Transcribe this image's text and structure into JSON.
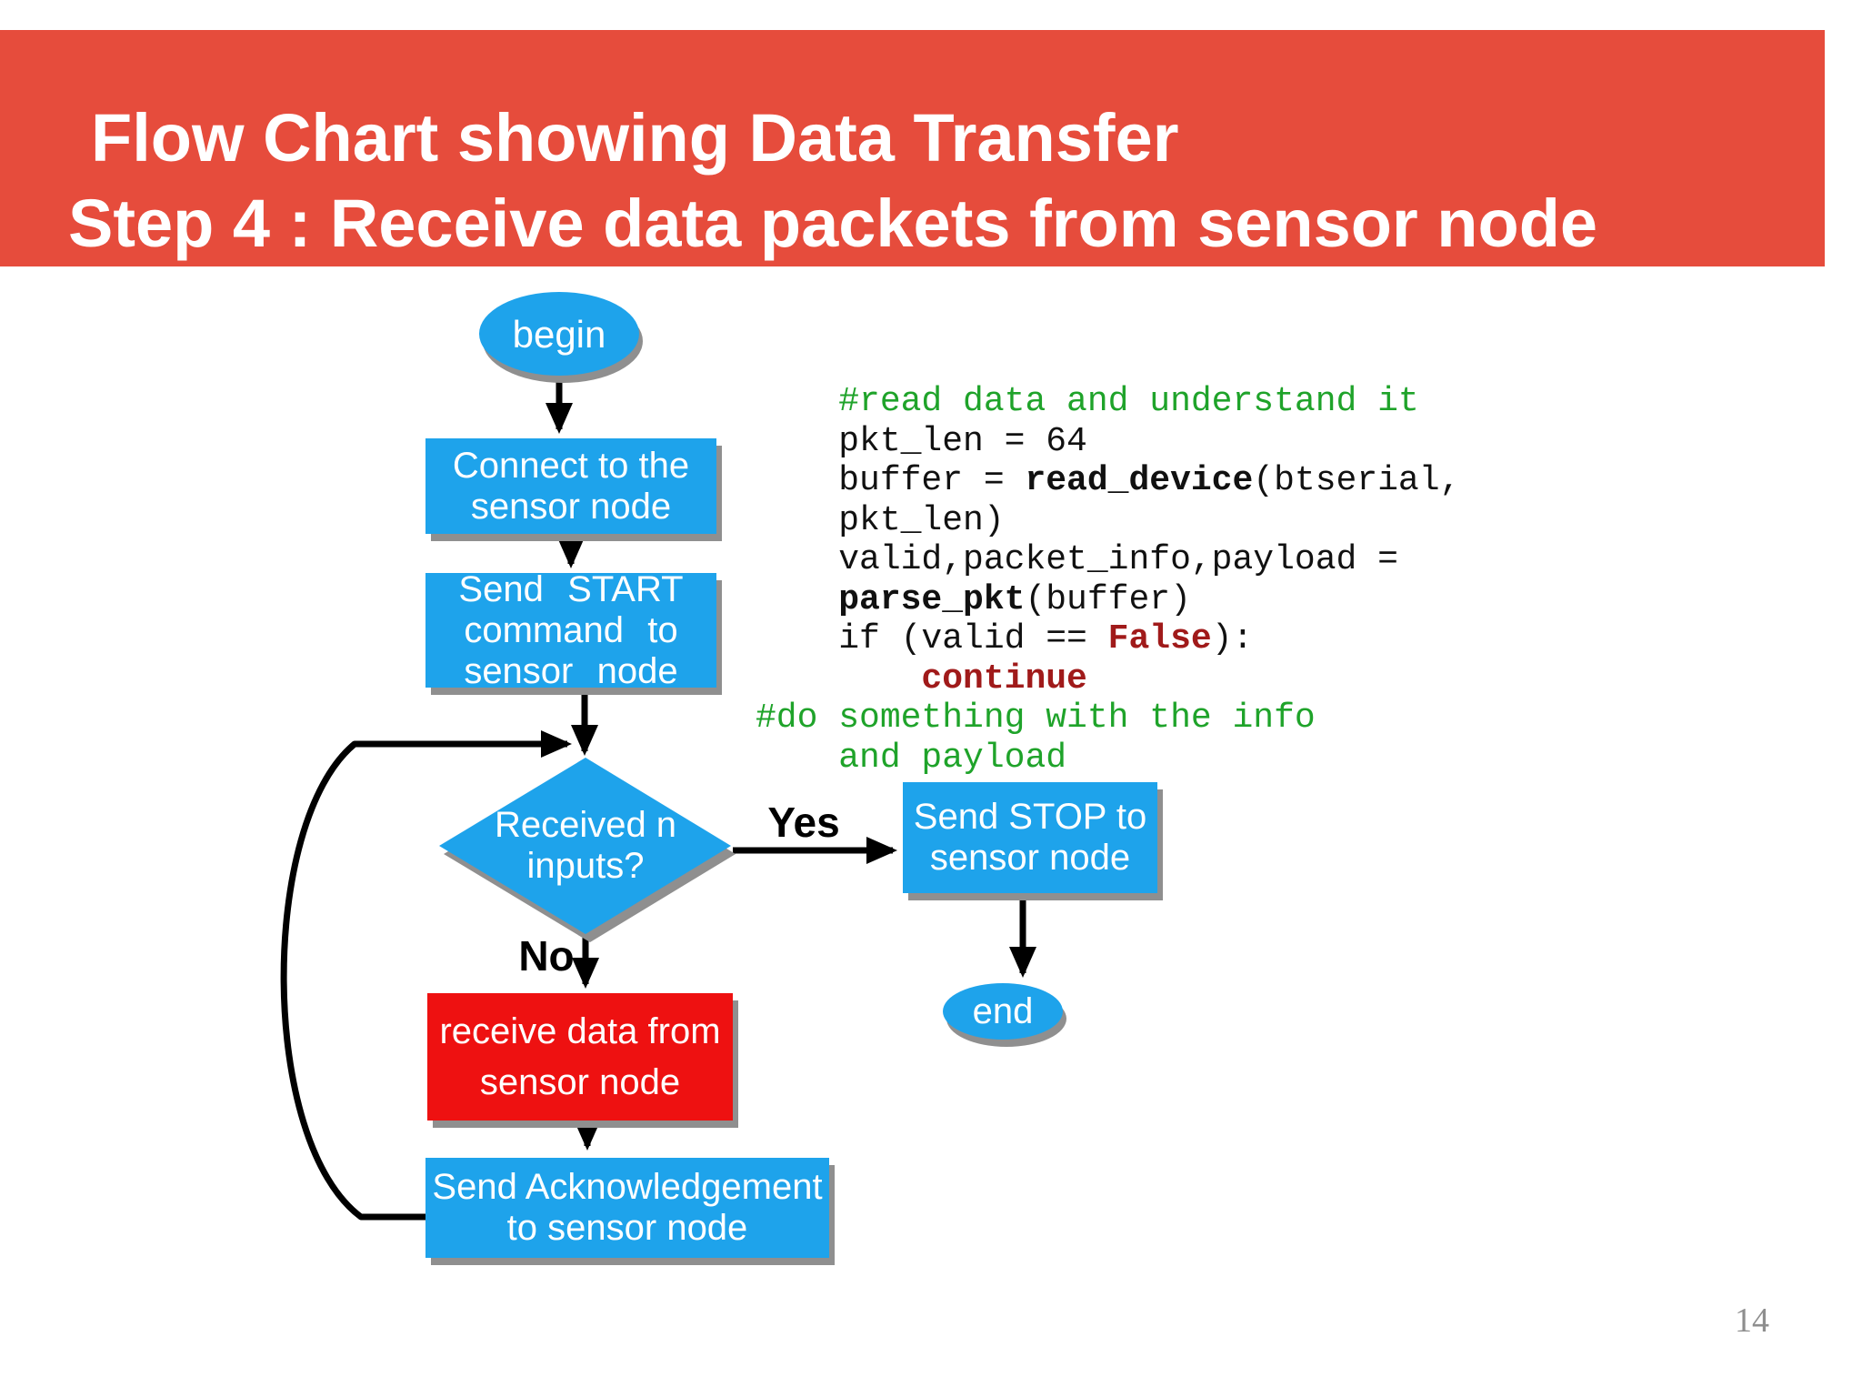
{
  "slide": {
    "title_line1": "Flow Chart showing Data Transfer",
    "title_line2": "Step 4 : Receive data packets from sensor node",
    "page_number": "14"
  },
  "colors": {
    "banner": "#E64C3C",
    "blue": "#1EA3EB",
    "red": "#EE1111",
    "shadow": "#8F8F8F",
    "arrow": "#000000",
    "comment": "#1FA32A",
    "keyword": "#A01A1A",
    "codetext": "#111111"
  },
  "flowchart": {
    "begin_label": "begin",
    "connect_label": "Connect to the\nsensor node",
    "send_start_label": "Send START\ncommand to\nsensor node",
    "decision_label": "Received n\ninputs?",
    "yes_label": "Yes",
    "no_label": "No",
    "send_stop_label": "Send STOP to\nsensor node",
    "end_label": "end",
    "receive_label": "receive data from\nsensor node",
    "ack_label": "Send Acknowledgement\nto sensor node"
  },
  "code": {
    "lines": [
      [
        {
          "c": "cm",
          "t": "    #read data and understand it"
        }
      ],
      [
        {
          "c": "tx",
          "t": "    pkt_len = 64"
        }
      ],
      [
        {
          "c": "tx",
          "t": "    buffer = "
        },
        {
          "c": "bd",
          "t": "read_device"
        },
        {
          "c": "tx",
          "t": "(btserial,"
        }
      ],
      [
        {
          "c": "tx",
          "t": "    pkt_len)"
        }
      ],
      [
        {
          "c": "tx",
          "t": "    valid,packet_info,payload ="
        }
      ],
      [
        {
          "c": "tx",
          "t": "    "
        },
        {
          "c": "bd",
          "t": "parse_pkt"
        },
        {
          "c": "tx",
          "t": "(buffer)"
        }
      ],
      [
        {
          "c": "tx",
          "t": "    if (valid == "
        },
        {
          "c": "kw",
          "t": "False"
        },
        {
          "c": "tx",
          "t": "):"
        }
      ],
      [
        {
          "c": "kw",
          "t": "        continue"
        }
      ],
      [
        {
          "c": "cm",
          "t": "#do something with the info"
        }
      ],
      [
        {
          "c": "cm",
          "t": "    and payload"
        }
      ]
    ]
  }
}
